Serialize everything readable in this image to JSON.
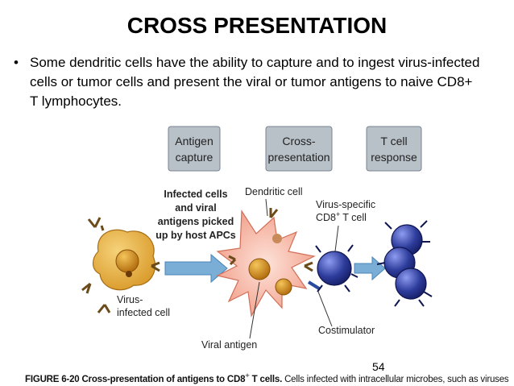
{
  "slide": {
    "title": "CROSS PRESENTATION",
    "bullet_symbol": "•",
    "bullet_text": "Some dendritic cells have the ability to capture and to ingest virus-infected cells or tumor cells and present the viral or tumor antigens to naive CD8+ T lymphocytes.",
    "page_number": "54"
  },
  "figure": {
    "stage_headers": [
      {
        "line1": "Antigen",
        "line2": "capture"
      },
      {
        "line1": "Cross-",
        "line2": "presentation"
      },
      {
        "line1": "T cell",
        "line2": "response"
      }
    ],
    "labels": {
      "infected_cells": [
        "Infected cells",
        "and viral",
        "antigens picked",
        "up by host APCs"
      ],
      "dendritic_cell": "Dendritic cell",
      "virus_specific": [
        "Virus-specific",
        "CD8",
        "T cell"
      ],
      "virus_infected": [
        "Virus-",
        "infected cell"
      ],
      "costimulator": "Costimulator",
      "viral_antigen": "Viral antigen"
    },
    "caption_bold": "FIGURE 6-20 Cross-presentation of antigens to CD8",
    "caption_bold_sup": "+",
    "caption_bold_end": " T cells.",
    "caption_rest": " Cells infected with intracellular microbes, such as viruses, are ingested",
    "colors": {
      "header_box": "#b8c0c8",
      "arrow_blue": "#7aaed6",
      "dendritic_pink": "#f4b3a3",
      "t_cell_blue": "#2e3d9c",
      "infected_orange": "#e8b446"
    }
  }
}
